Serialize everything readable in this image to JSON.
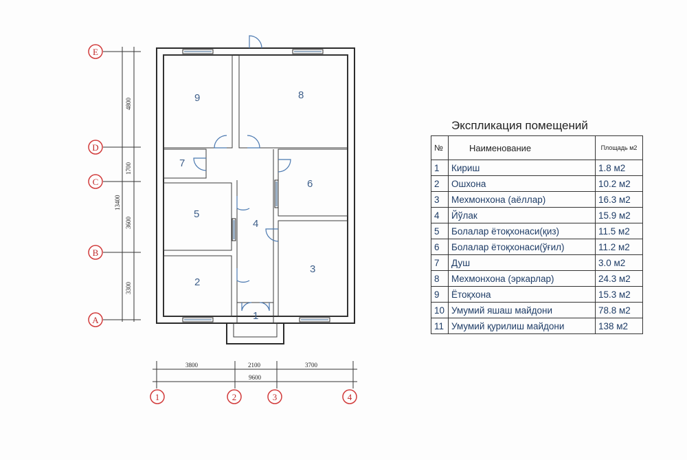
{
  "rooms": [
    {
      "id": "1",
      "label": "1"
    },
    {
      "id": "2",
      "label": "2"
    },
    {
      "id": "3",
      "label": "3"
    },
    {
      "id": "4",
      "label": "4"
    },
    {
      "id": "5",
      "label": "5"
    },
    {
      "id": "6",
      "label": "6"
    },
    {
      "id": "7",
      "label": "7"
    },
    {
      "id": "8",
      "label": "8"
    },
    {
      "id": "9",
      "label": "9"
    }
  ],
  "axes": {
    "rows": [
      "A",
      "B",
      "C",
      "D",
      "E"
    ],
    "cols": [
      "1",
      "2",
      "3",
      "4"
    ]
  },
  "dimensions": {
    "horizontal": [
      "3800",
      "2100",
      "3700"
    ],
    "horizontal_total": "9600",
    "vertical": [
      "3300",
      "3600",
      "1700",
      "4800"
    ],
    "vertical_total": "13400"
  },
  "legend": {
    "title": "Экспликация помещений",
    "headers": {
      "no": "№",
      "name": "Наименование",
      "area": "Площадь м2"
    },
    "rows": [
      {
        "no": "1",
        "name": "Кириш",
        "area": "1.8 м2"
      },
      {
        "no": "2",
        "name": "Ошхона",
        "area": "10.2 м2"
      },
      {
        "no": "3",
        "name": "Мехмонхона (аёллар)",
        "area": "16.3 м2"
      },
      {
        "no": "4",
        "name": "Йўлак",
        "area": "15.9 м2"
      },
      {
        "no": "5",
        "name": "Болалар ётоқхонаси(қиз)",
        "area": "11.5 м2"
      },
      {
        "no": "6",
        "name": "Болалар ётоқхонаси(ўғил)",
        "area": "11.2 м2"
      },
      {
        "no": "7",
        "name": "Душ",
        "area": "3.0 м2"
      },
      {
        "no": "8",
        "name": "Мехмонхона (эркарлар)",
        "area": "24.3 м2"
      },
      {
        "no": "9",
        "name": "Ётоқхона",
        "area": "15.3 м2"
      },
      {
        "no": "10",
        "name": "Умумий яшаш майдони",
        "area": "78.8 м2"
      },
      {
        "no": "11",
        "name": "Умумий қурилиш майдони",
        "area": "138 м2"
      }
    ]
  }
}
